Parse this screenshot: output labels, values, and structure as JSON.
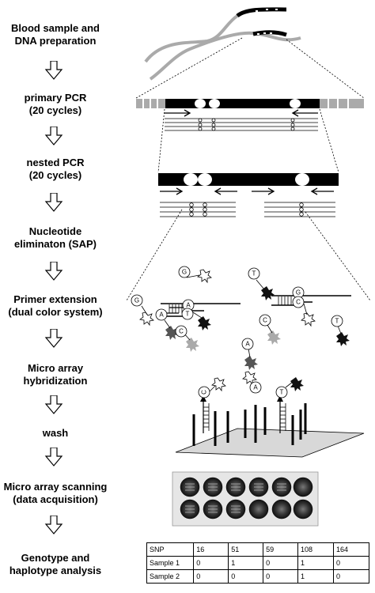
{
  "steps": [
    {
      "line1": "Blood sample and",
      "line2": "DNA preparation"
    },
    {
      "line1": "primary PCR",
      "line2": "(20 cycles)"
    },
    {
      "line1": "nested PCR",
      "line2": "(20 cycles)"
    },
    {
      "line1": "Nucleotide",
      "line2": "eliminaton (SAP)"
    },
    {
      "line1": "Primer extension",
      "line2": "(dual color system)"
    },
    {
      "line1": "Micro array",
      "line2": "hybridization"
    },
    {
      "line1": "wash",
      "line2": ""
    },
    {
      "line1": "Micro array scanning",
      "line2": "(data acquisition)"
    },
    {
      "line1": "Genotype and",
      "line2": "haplotype analysis"
    }
  ],
  "nucleotides": {
    "g1": "G",
    "g2": "G",
    "a1": "A",
    "a2": "A",
    "a3": "A",
    "c1": "C",
    "c2": "C",
    "c3": "C",
    "t1": "T",
    "t2": "T",
    "t3": "T",
    "g3": "G",
    "c4": "C",
    "a4": "A",
    "t4": "T"
  },
  "colors": {
    "black": "#000000",
    "gray": "#9a9a9a",
    "light_gray": "#d0d0d0",
    "dark_gray": "#555555"
  },
  "table": {
    "header": [
      "SNP",
      "16",
      "51",
      "59",
      "108",
      "164"
    ],
    "rows": [
      [
        "Sample 1",
        "0",
        "1",
        "0",
        "1",
        "0"
      ],
      [
        "Sample 2",
        "0",
        "0",
        "0",
        "1",
        "0"
      ]
    ]
  }
}
